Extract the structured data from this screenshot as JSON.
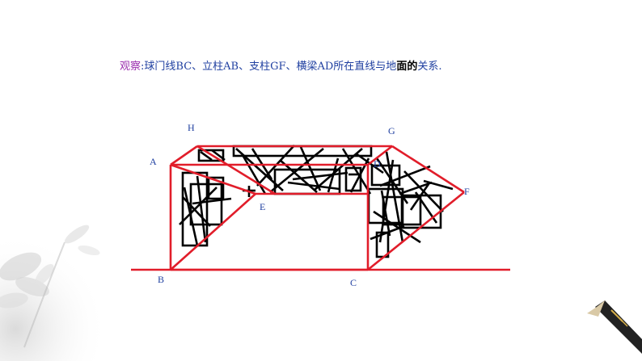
{
  "caption": {
    "lead": "观察",
    "sep": ":",
    "part1": "球门线BC、立柱AB、支柱GF、横梁AD所在直线与地",
    "strong": "面的",
    "part2": "关系."
  },
  "points": {
    "H": "H",
    "G": "G",
    "A": "A",
    "D": "D",
    "F": "F",
    "E": "E",
    "B": "B",
    "C": "C"
  },
  "colors": {
    "frame": "#e11d2a",
    "net": "#000000",
    "label": "#1f3fa0",
    "lead": "#9b2fae"
  },
  "decor": {
    "left": "ink-lotus-painting",
    "right": "ink-brush"
  }
}
